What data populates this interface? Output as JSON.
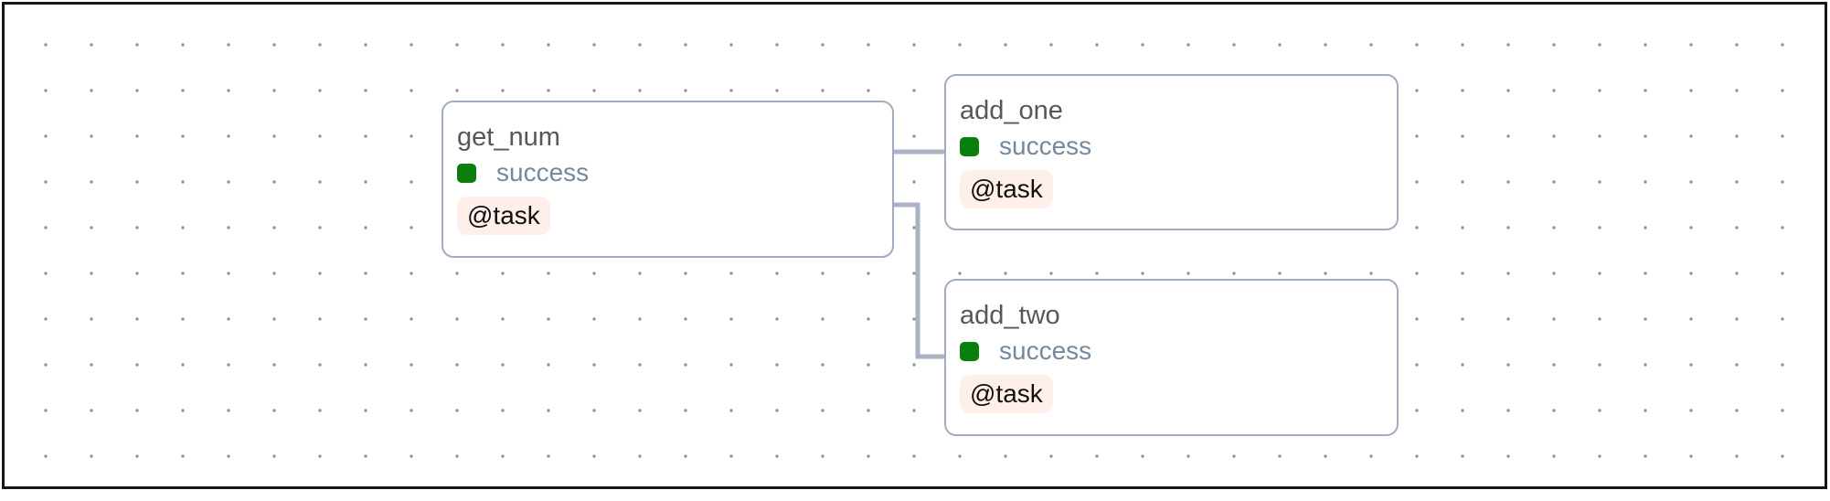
{
  "canvas": {
    "kind": "dag-graph-canvas",
    "background": "dotted-grid",
    "frame_color": "#161616",
    "dot_color": "#95959c",
    "edge_color": "#a9b3c5",
    "node_border_color": "#a0adc0"
  },
  "colors": {
    "success_green": "#0b7f0b",
    "task_badge_bg": "#ffefeb",
    "status_text": "#7687a0",
    "title_text": "#57575a"
  },
  "nodes": [
    {
      "id": "get_num",
      "title": "get_num",
      "status": "success",
      "badge": "@task"
    },
    {
      "id": "add_one",
      "title": "add_one",
      "status": "success",
      "badge": "@task"
    },
    {
      "id": "add_two",
      "title": "add_two",
      "status": "success",
      "badge": "@task"
    }
  ],
  "edges": [
    {
      "from": "get_num",
      "to": "add_one"
    },
    {
      "from": "get_num",
      "to": "add_two"
    }
  ]
}
